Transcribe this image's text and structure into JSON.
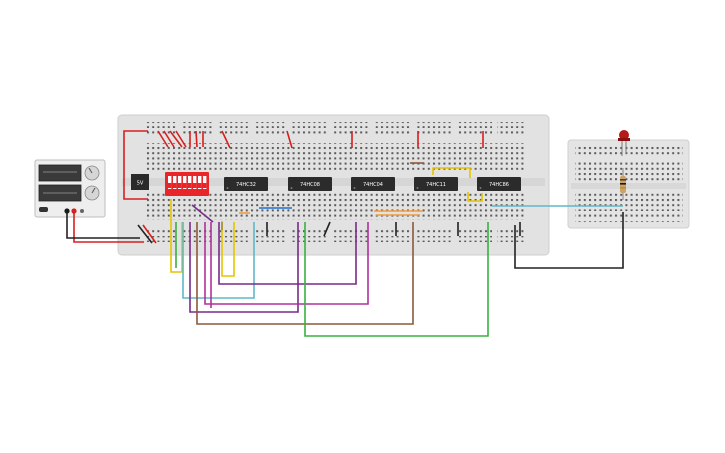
{
  "canvas": {
    "background": "#ffffff"
  },
  "power_supply": {
    "body_color": "#eeeeee",
    "display_color": "#3a3a3a",
    "positive_terminal_color": "#d61f1f",
    "negative_terminal_color": "#1a1a1a"
  },
  "main_breadboard": {
    "color": "#e2e2e2",
    "positive_rail_color": "#d83a3a",
    "negative_rail_color": "#3a3a3a"
  },
  "voltage_regulator": {
    "label": "5V"
  },
  "dip_switch": {
    "color": "#e8262a",
    "switch_count": 8
  },
  "chips": [
    {
      "label": "74HC32"
    },
    {
      "label": "74HC08"
    },
    {
      "label": "74HC04"
    },
    {
      "label": "74HC11"
    },
    {
      "label": "74HC86"
    }
  ],
  "small_breadboard": {
    "color": "#e4e4e4"
  },
  "led": {
    "color": "#b31a1a",
    "state": "off"
  },
  "resistor": {
    "body_color": "#c9a46a"
  },
  "wire_colors": {
    "red": "#d62020",
    "black": "#222222",
    "yellow": "#e4c400",
    "teal": "#5fb8c8",
    "purple": "#7a2a8a",
    "magenta": "#b0309c",
    "brown": "#8a5a3a",
    "green": "#3ab040",
    "blue": "#1f6fd0",
    "orange": "#f29a3a",
    "olive": "#a08a40"
  }
}
